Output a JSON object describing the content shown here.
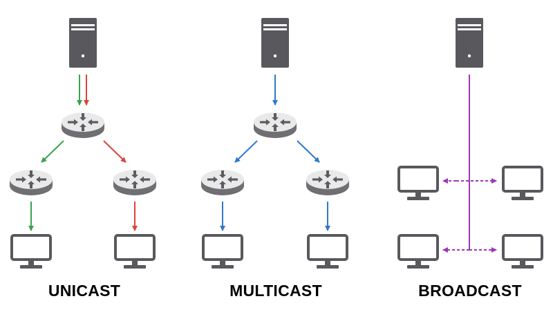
{
  "labels": {
    "unicast": "UNICAST",
    "multicast": "MULTICAST",
    "broadcast": "BROADCAST"
  },
  "colors": {
    "device": "#59585d",
    "router_top": "#e9e9ea",
    "router_side": "#6f6e73",
    "green": "#3aa24a",
    "red": "#d9443a",
    "blue": "#2f78c8",
    "purple": "#9b37b6",
    "text": "#000000"
  },
  "icons": {
    "server": "server-icon",
    "router": "router-icon",
    "monitor": "monitor-icon"
  }
}
